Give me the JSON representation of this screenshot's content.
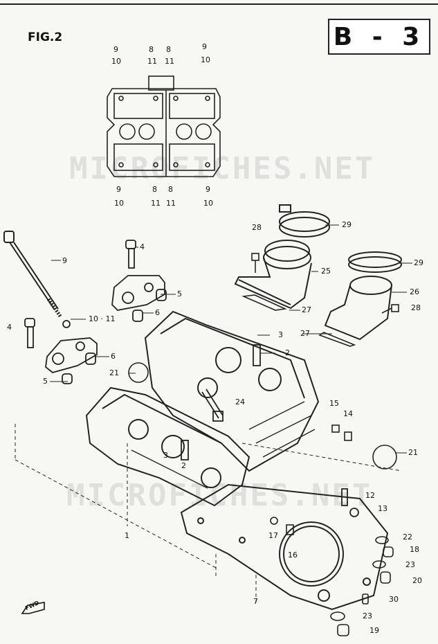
{
  "figure": {
    "title": "FIG.2",
    "code": "B - 3"
  },
  "watermark": {
    "text_top": "MICROFICHES.NET",
    "text_bottom": "MICROFICHES.NET"
  },
  "fwd_label": "FWD",
  "inset_labels": {
    "top": [
      "9",
      "10",
      "8",
      "11",
      "8",
      "11",
      "9",
      "10"
    ],
    "bottom": [
      "9",
      "10",
      "8",
      "11",
      "8",
      "11",
      "9",
      "10"
    ]
  },
  "callouts": {
    "c1": "1",
    "c2a": "2",
    "c2b": "2",
    "c3a": "3",
    "c3b": "3",
    "c4a": "4",
    "c4b": "4",
    "c5a": "5",
    "c5b": "5",
    "c6a": "6",
    "c6b": "6",
    "c7": "7",
    "c9": "9",
    "c10_11": "10 · 11",
    "c12": "12",
    "c13": "13",
    "c14": "14",
    "c15": "15",
    "c16": "16",
    "c17": "17",
    "c18": "18",
    "c19": "19",
    "c20": "20",
    "c21a": "21",
    "c21b": "21",
    "c22": "22",
    "c23a": "23",
    "c23b": "23",
    "c24": "24",
    "c25": "25",
    "c26": "26",
    "c27a": "27",
    "c27b": "27",
    "c28a": "28",
    "c28b": "28",
    "c29a": "29",
    "c29b": "29",
    "c30": "30"
  }
}
